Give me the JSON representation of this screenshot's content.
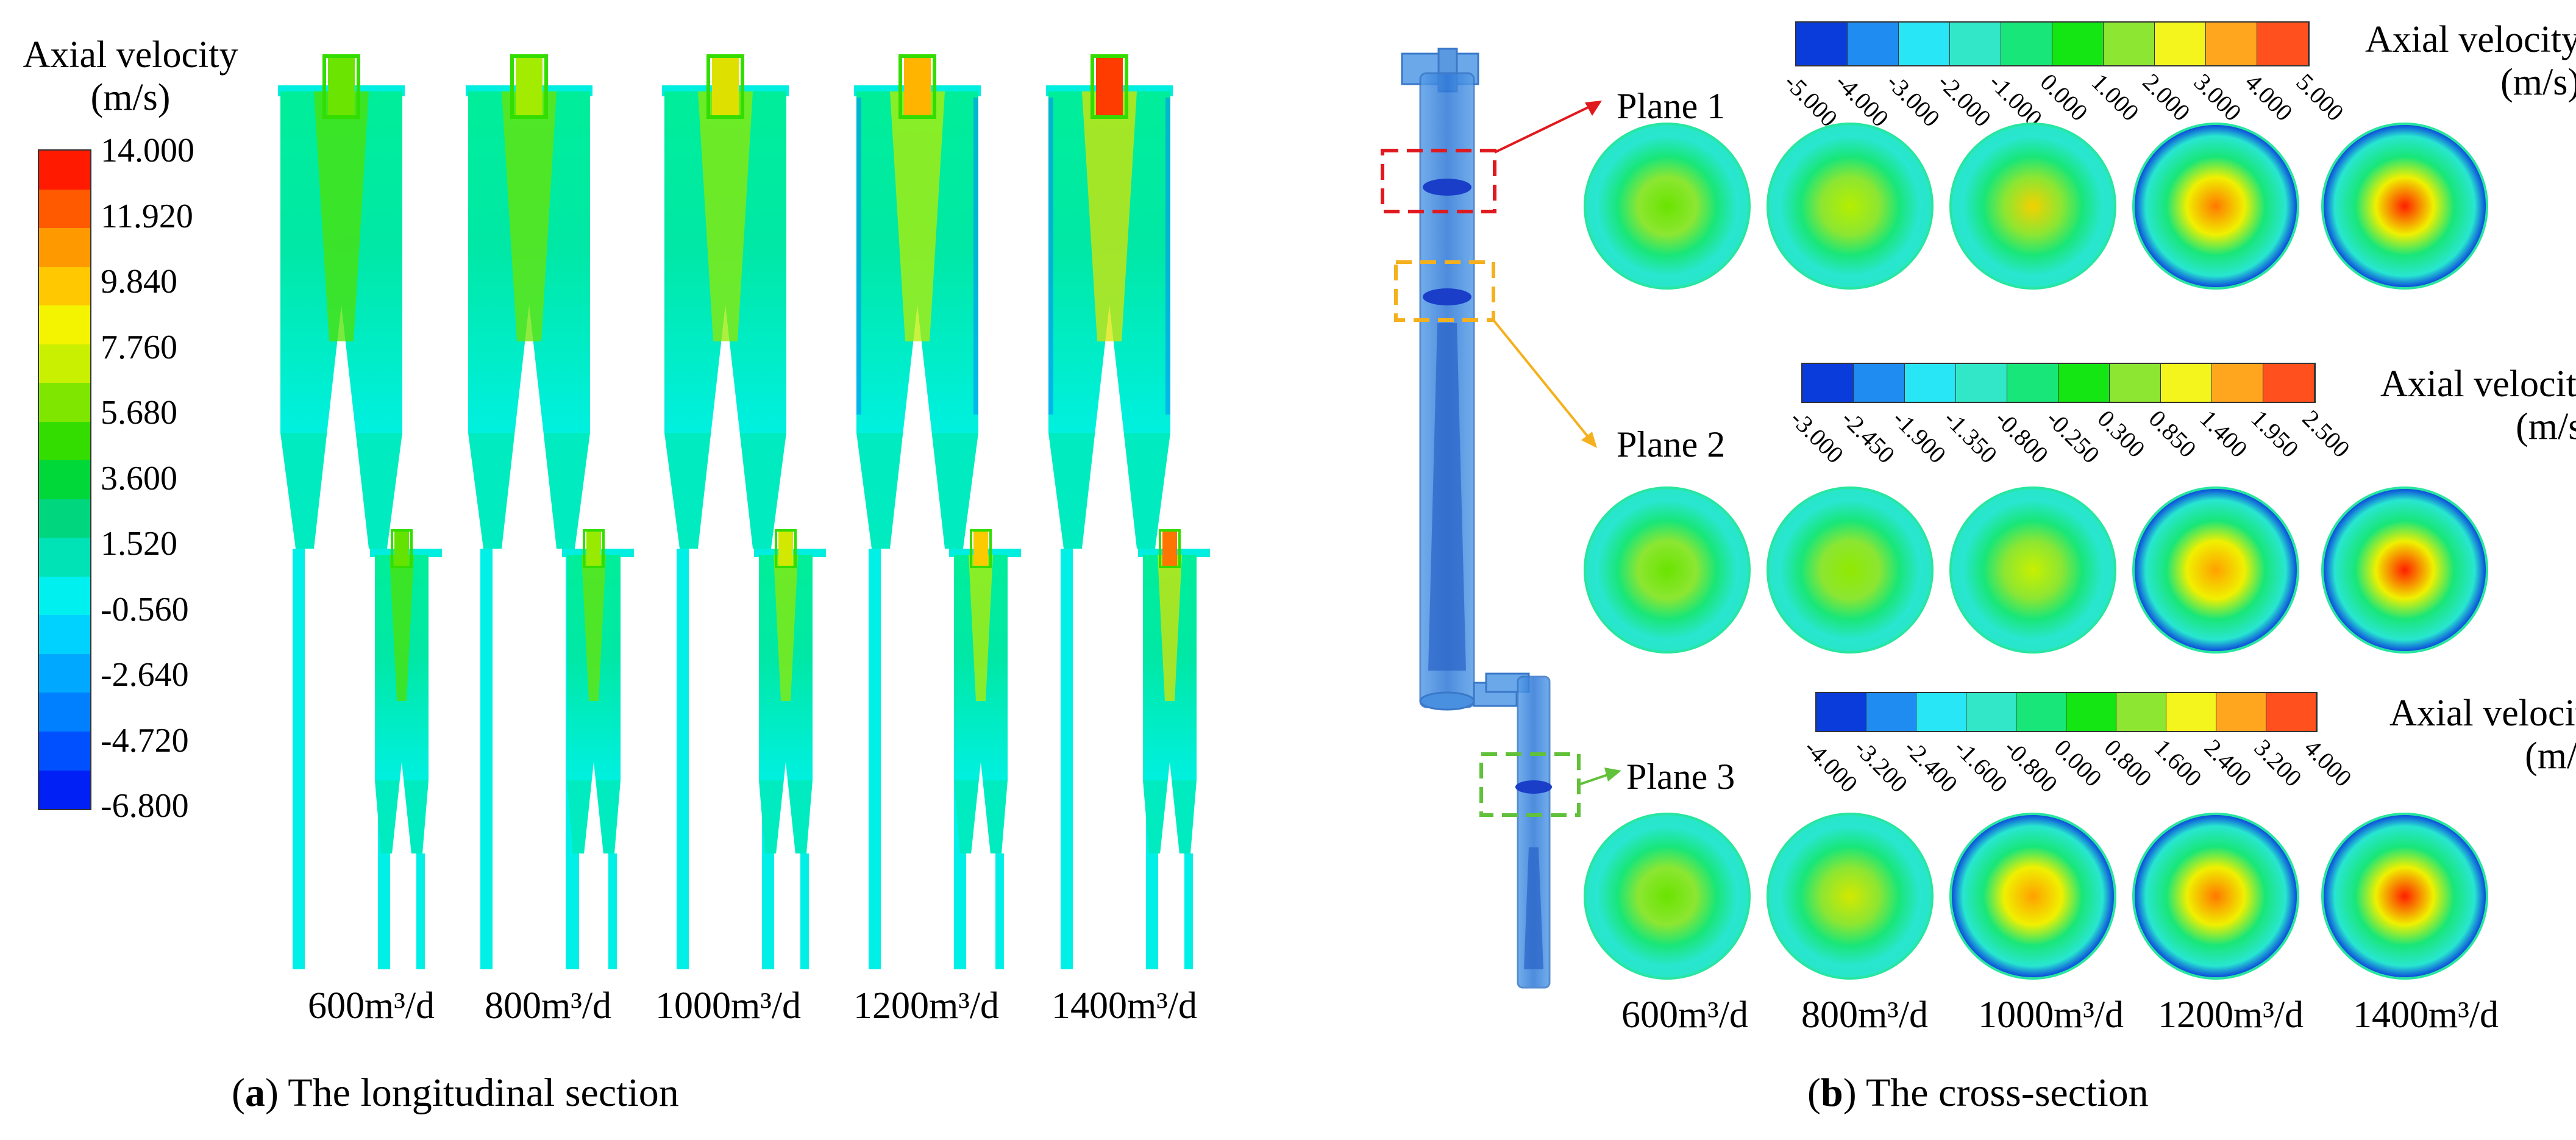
{
  "panel_a": {
    "legend_title_line1": "Axial velocity",
    "legend_title_line2": "(m/s)",
    "legend_ticks": [
      "14.000",
      "11.920",
      "9.840",
      "7.760",
      "5.680",
      "3.600",
      "1.520",
      "-0.560",
      "-2.640",
      "-4.720",
      "-6.800"
    ],
    "legend_colors": [
      "#ff1a00",
      "#ff5a00",
      "#ff9900",
      "#ffc800",
      "#f4f400",
      "#c8f000",
      "#7fe600",
      "#33dd00",
      "#00d83a",
      "#00d67e",
      "#00e3b7",
      "#00f0f0",
      "#00d2ff",
      "#00a8ff",
      "#0080ff",
      "#0050ff",
      "#0020f5"
    ],
    "flow_labels": [
      "600m³/d",
      "800m³/d",
      "1000m³/d",
      "1200m³/d",
      "1400m³/d"
    ],
    "caption_letter": "a",
    "caption_text": " The longitudinal section"
  },
  "panel_b": {
    "plane_labels": [
      "Plane 1",
      "Plane 2",
      "Plane 3"
    ],
    "legends": [
      {
        "title_line1": "Axial velocity",
        "title_line2": "(m/s)",
        "ticks": [
          "-5.000",
          "-4.000",
          "-3.000",
          "-2.000",
          "-1.000",
          "0.000",
          "1.000",
          "2.000",
          "3.000",
          "4.000",
          "5.000"
        ]
      },
      {
        "title_line1": "Axial velocity",
        "title_line2": "(m/s)",
        "ticks": [
          "-3.000",
          "-2.450",
          "-1.900",
          "-1.350",
          "-0.800",
          "-0.250",
          "0.300",
          "0.850",
          "1.400",
          "1.950",
          "2.500"
        ]
      },
      {
        "title_line1": "Axial velocity",
        "title_line2": "(m/s)",
        "ticks": [
          "-4.000",
          "-3.200",
          "-2.400",
          "-1.600",
          "-0.800",
          "0.000",
          "0.800",
          "1.600",
          "2.400",
          "3.200",
          "4.000"
        ]
      }
    ],
    "bar_colors": [
      "#0a3cdc",
      "#1e8cf0",
      "#28e6f5",
      "#32e6c8",
      "#19e678",
      "#14e614",
      "#8ce632",
      "#f5f51e",
      "#ffa51e",
      "#ff501e"
    ],
    "flow_labels": [
      "600m³/d",
      "800m³/d",
      "1000m³/d",
      "1200m³/d",
      "1400m³/d"
    ],
    "caption_letter": "b",
    "caption_text": " The cross-section"
  },
  "colors": {
    "cyan_field": "#00f0f0",
    "green_core": "#33dd00",
    "red_core": "#ff2a00",
    "dashed_red": "#e0191f",
    "dashed_orange": "#f5b01d",
    "dashed_green": "#61c13a",
    "vessel_blue": "#3c82dc"
  }
}
